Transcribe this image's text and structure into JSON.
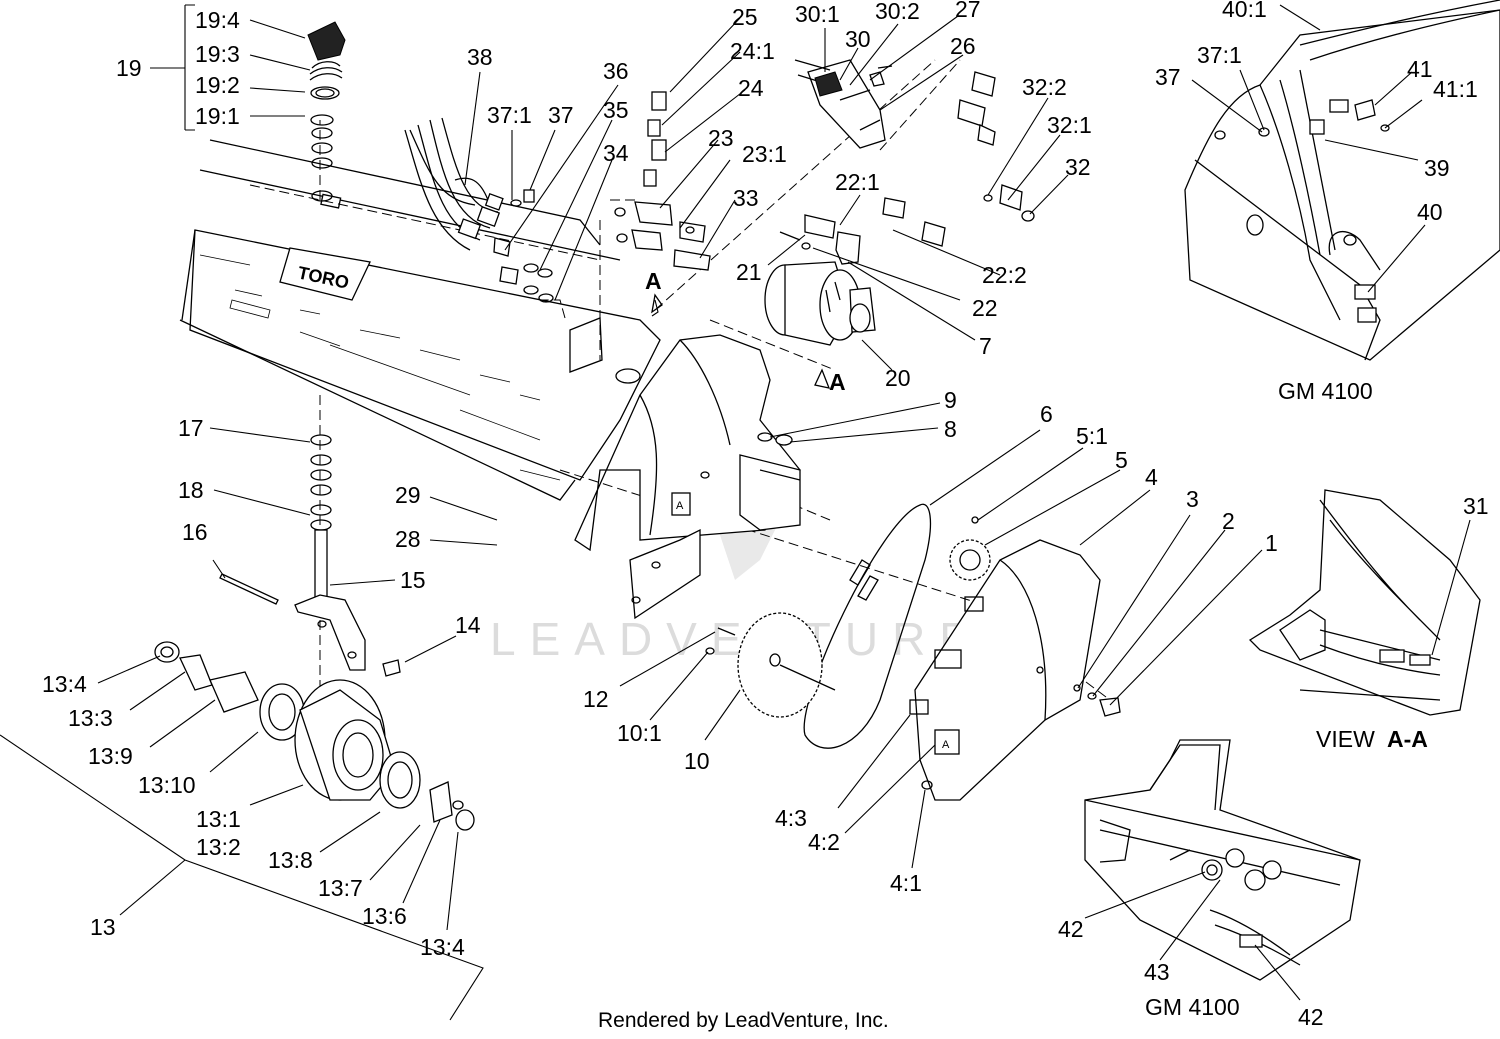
{
  "diagram": {
    "callouts": {
      "c19_4": "19:4",
      "c19_3": "19:3",
      "c19_2": "19:2",
      "c19_1": "19:1",
      "c19": "19",
      "c38": "38",
      "c37_1": "37:1",
      "c37": "37",
      "c36": "36",
      "c35": "35",
      "c34": "34",
      "c25": "25",
      "c24_1": "24:1",
      "c24": "24",
      "c23": "23",
      "c23_1": "23:1",
      "c33": "33",
      "c30_1": "30:1",
      "c30": "30",
      "c30_2": "30:2",
      "c27": "27",
      "c26": "26",
      "c32_2": "32:2",
      "c32_1": "32:1",
      "c32": "32",
      "c22_1": "22:1",
      "c21": "21",
      "c22": "22",
      "c22_2": "22:2",
      "c7": "7",
      "c20": "20",
      "c9": "9",
      "c8": "8",
      "c6": "6",
      "c5_1": "5:1",
      "c5": "5",
      "c4": "4",
      "c3": "3",
      "c2": "2",
      "c1": "1",
      "c17": "17",
      "c18": "18",
      "c29": "29",
      "c28": "28",
      "c16": "16",
      "c15": "15",
      "c14": "14",
      "c12": "12",
      "c10_1": "10:1",
      "c10": "10",
      "c4_3": "4:3",
      "c4_2": "4:2",
      "c4_1": "4:1",
      "c13_4a": "13:4",
      "c13_3": "13:3",
      "c13_9": "13:9",
      "c13_10": "13:10",
      "c13_1": "13:1",
      "c13_2": "13:2",
      "c13_8": "13:8",
      "c13_7": "13:7",
      "c13_6": "13:6",
      "c13_4b": "13:4",
      "c13": "13",
      "c40_1": "40:1",
      "c37_1b": "37:1",
      "c37b": "37",
      "c41": "41",
      "c41_1": "41:1",
      "c39": "39",
      "c40": "40",
      "c31": "31",
      "c42a": "42",
      "c43": "43",
      "c42b": "42"
    },
    "section_marks": {
      "a_upper": "A",
      "a_lower": "A"
    },
    "inset_titles": {
      "top_right": "GM 4100",
      "view_prefix": "VIEW",
      "view_name": "A-A",
      "bottom_right": "GM 4100"
    },
    "brand_on_deck": "TORO",
    "decal_letter": "A",
    "watermark": "LEADVENTURE",
    "rendered_by": "Rendered by LeadVenture, Inc.",
    "colors": {
      "line": "#000000",
      "background": "#ffffff",
      "watermark": "#dcdcdc"
    }
  }
}
